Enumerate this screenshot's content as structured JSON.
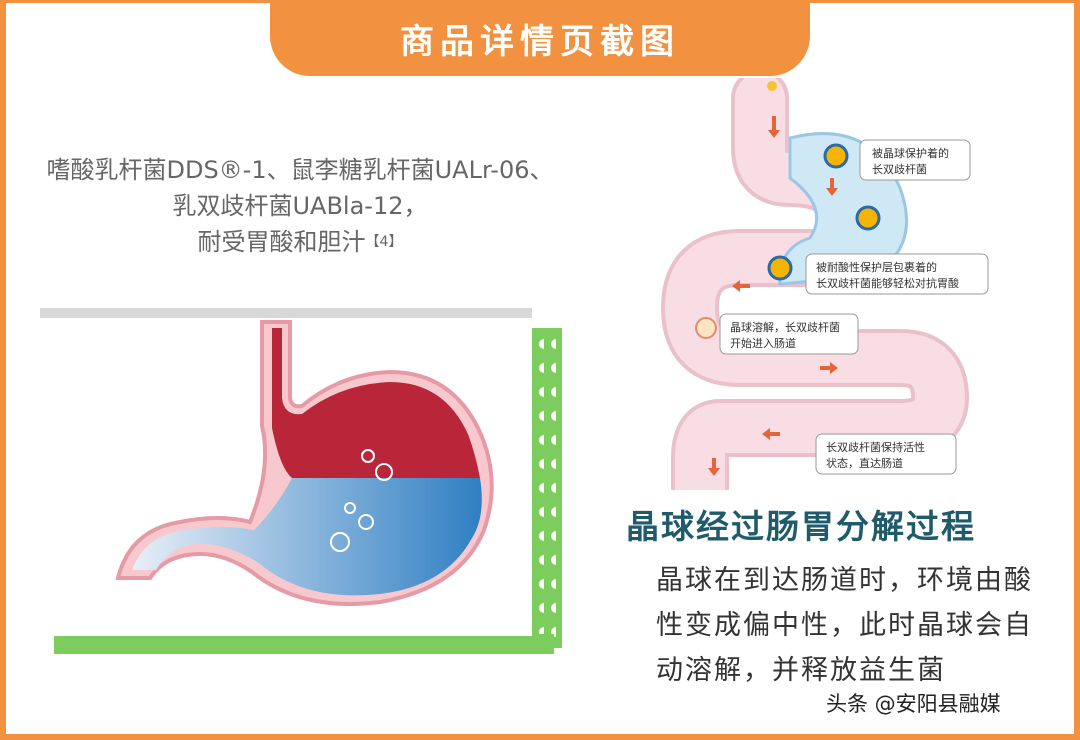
{
  "header": {
    "title": "商品详情页截图"
  },
  "left_caption": {
    "line1": "嗜酸乳杆菌DDS®-1、鼠李糖乳杆菌UALr-06、",
    "line2": "乳双歧杆菌UABla-12，",
    "line3": "耐受胃酸和胆汁",
    "ref": "【4】"
  },
  "diagram": {
    "callout1_a": "被晶球保护着的",
    "callout1_b": "长双歧杆菌",
    "callout2_a": "被耐酸性保护层包裹着的",
    "callout2_b": "长双歧杆菌能够轻松对抗胃酸",
    "callout3_a": "晶球溶解，长双歧杆菌",
    "callout3_b": "开始进入肠道",
    "callout4_a": "长双歧杆菌保持活性",
    "callout4_b": "状态，直达肠道"
  },
  "right": {
    "title": "晶球经过肠胃分解过程",
    "body": "晶球在到达肠道时，环境由酸性变成偏中性，此时晶球会自动溶解，并释放益生菌"
  },
  "watermark": "头条 @安阳县融媒",
  "colors": {
    "orange": "#f2913f",
    "green": "#7ccc5e",
    "teal": "#1f5b6b"
  }
}
